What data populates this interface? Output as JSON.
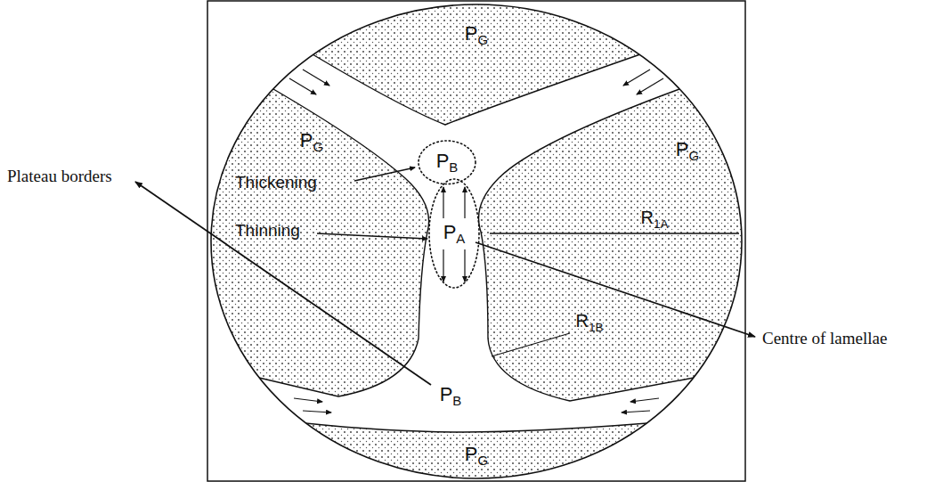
{
  "diagram": {
    "nodes": [
      {
        "text": [
          "PB"
        ]
      },
      {
        "text": [
          "PA"
        ]
      }
    ],
    "labels": [
      "PG",
      "Thickening",
      "PG",
      "PG",
      "R1A",
      "Thinning",
      "R1B",
      "PB",
      "PG",
      "Plateau borders",
      "Centre of lamellae"
    ]
  }
}
